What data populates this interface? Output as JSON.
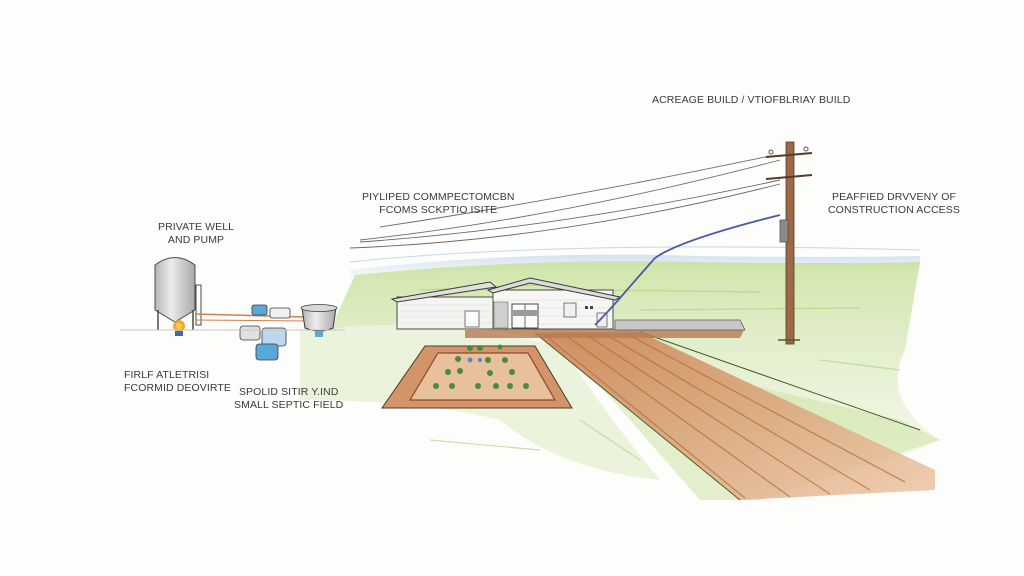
{
  "diagram": {
    "type": "hand-drawn site plan sketch",
    "style": "pencil and watercolor",
    "colors": {
      "background": "#fdfdfc",
      "grass": "#b9d98a",
      "grass_light": "#dcebc2",
      "driveway": "#d2885a",
      "driveway_light": "#eab996",
      "building": "#f2f2f0",
      "building_outline": "#4a4a4a",
      "pole": "#8a5a3a",
      "wire": "#6a6a6a",
      "service_line": "#4a5aa8",
      "tank": "#c8c8c8",
      "pump_blue": "#5aa8d8",
      "ember_orange": "#f0a020",
      "sky_tint": "#cfe0ee"
    },
    "labels": {
      "top_title": {
        "line1": "ACREAGE BUILD / VTIOFBLRIAY BUILD"
      },
      "utility_connection": {
        "line1": "PIYLIPED COMMPECTOMCBN",
        "line2": "FCOMS SCKPTIO ISITE"
      },
      "driveway": {
        "line1": "PEAFFIED DRVVENY OF",
        "line2": "CONSTRUCTION ACCESS"
      },
      "well": {
        "line1": "PRIVATE WELL",
        "line2": "AND PUMP"
      },
      "fire": {
        "line1": "FIRLF ATLETRISI",
        "line2": "FCORMID DEOVIRTE"
      },
      "septic": {
        "line1": "SPOLID SITIR Y.IND",
        "line2": "SMALL SEPTIC FIELD"
      }
    },
    "elements": [
      "well-tank",
      "pump-assembly",
      "septic-tank",
      "house",
      "garden-bed",
      "dirt-driveway",
      "utility-pole",
      "overhead-power-lines",
      "service-drop-line"
    ]
  }
}
